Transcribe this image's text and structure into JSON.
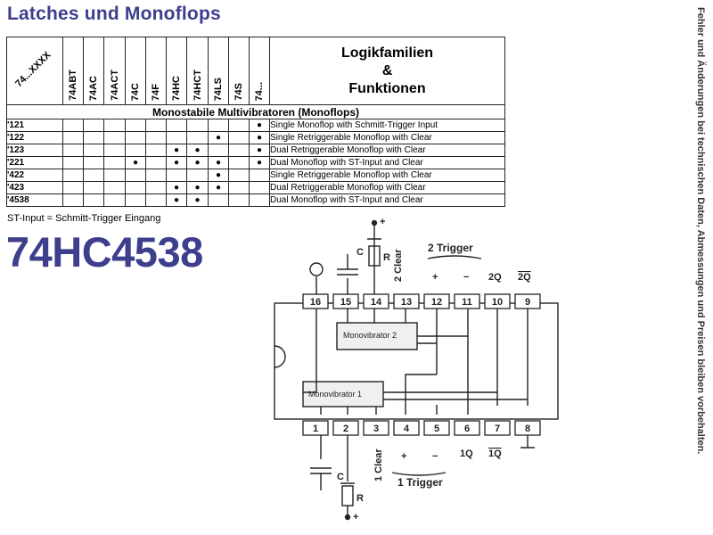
{
  "page": {
    "title": "Latches und Monoflops",
    "side_note": "Fehler und Änderungen bei technischen Daten, Abmessungen und Preisen bleiben vorbehalten.",
    "footnote": "ST-Input = Schmitt-Trigger Eingang",
    "part_number": "74HC4538"
  },
  "table": {
    "corner_label": "74...XXXX",
    "columns": [
      "74ABT",
      "74AC",
      "74ACT",
      "74C",
      "74F",
      "74HC",
      "74HCT",
      "74LS",
      "74S",
      "74..."
    ],
    "family_header": [
      "Logikfamilien",
      "&",
      "Funktionen"
    ],
    "section": "Monostabile Multivibratoren (Monoflops)",
    "dot_symbol": "●",
    "rows": [
      {
        "code": "'121",
        "dots": [
          0,
          0,
          0,
          0,
          0,
          0,
          0,
          0,
          0,
          1
        ],
        "function": "Single Monoflop with Schmitt-Trigger Input"
      },
      {
        "code": "'122",
        "dots": [
          0,
          0,
          0,
          0,
          0,
          0,
          0,
          1,
          0,
          1
        ],
        "function": "Single Retriggerable Monoflop with Clear"
      },
      {
        "code": "'123",
        "dots": [
          0,
          0,
          0,
          0,
          0,
          1,
          1,
          0,
          0,
          1
        ],
        "function": "Dual Retriggerable Monoflop with Clear"
      },
      {
        "code": "'221",
        "dots": [
          0,
          0,
          0,
          1,
          0,
          1,
          1,
          1,
          0,
          1
        ],
        "function": "Dual Monoflop with ST-Input and Clear"
      },
      {
        "code": "'422",
        "dots": [
          0,
          0,
          0,
          0,
          0,
          0,
          0,
          1,
          0,
          0
        ],
        "function": "Single Retriggerable Monoflop with Clear"
      },
      {
        "code": "'423",
        "dots": [
          0,
          0,
          0,
          0,
          0,
          1,
          1,
          1,
          0,
          0
        ],
        "function": "Dual Retriggerable Monoflop with Clear"
      },
      {
        "code": "'4538",
        "dots": [
          0,
          0,
          0,
          0,
          0,
          1,
          1,
          0,
          0,
          0
        ],
        "function": "Dual Monoflop with ST-Input and Clear"
      }
    ]
  },
  "diagram": {
    "top_pins": [
      "16",
      "15",
      "14",
      "13",
      "12",
      "11",
      "10",
      "9"
    ],
    "bottom_pins": [
      "1",
      "2",
      "3",
      "4",
      "5",
      "6",
      "7",
      "8"
    ],
    "block_top": "Monovibrator 2",
    "block_bottom": "Monovibrator 1",
    "trigger_top": "2 Trigger",
    "trigger_bottom": "1 Trigger",
    "clear_top": "2 Clear",
    "clear_bottom": "1 Clear",
    "cap_label": "C",
    "res_label": "R",
    "plus_sign": "+",
    "minus_sign": "−",
    "q2": "2Q",
    "q2_inv": "2Q",
    "q1": "1Q",
    "q1_inv": "1Q",
    "vcc_top": "+",
    "vcc_bottom": "+"
  }
}
